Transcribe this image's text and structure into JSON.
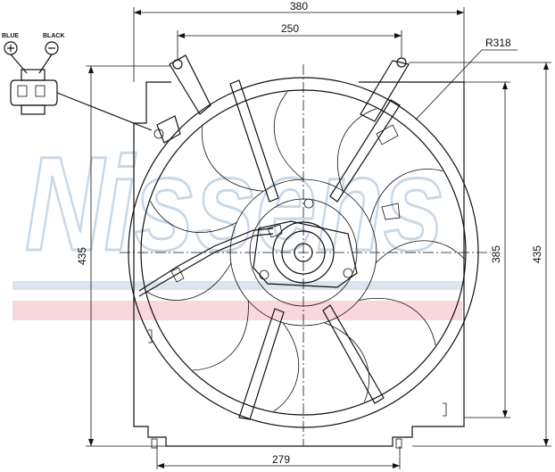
{
  "watermark": {
    "brand": "Nissens",
    "stripe_color": "#f4b8c0",
    "text_color": "#a7bdd4"
  },
  "connector": {
    "left_wire": "BLUE",
    "right_wire": "BLACK",
    "left_symbol": "⊕",
    "right_symbol": "⊖"
  },
  "dimensions": {
    "overall_width": "380",
    "mount_spacing": "250",
    "radius": "R318",
    "left_height": "435",
    "right_height": "435",
    "inner_height": "385",
    "bottom_width": "279"
  }
}
